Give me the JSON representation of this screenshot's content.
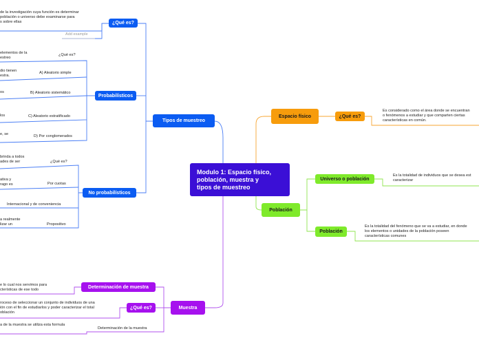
{
  "central": {
    "title_lines": [
      "Modulo 1: Espacio físico,",
      "población, muestra y",
      "tipos de muestreo"
    ]
  },
  "tipos": {
    "label": "Tipos de muestreo",
    "que_es": {
      "label": "¿Qué es?",
      "text_lines": [
        "de la investigación cuya función es determinar",
        "población o universo debe examinarse para",
        "s sobre ellas"
      ],
      "add_example": "Add example"
    },
    "probabilisticos": {
      "label": "Probabilísticos",
      "que_es": {
        "label": "¿Qué es?",
        "text_lines": [
          "elementos de la",
          "estreo"
        ]
      },
      "items": [
        {
          "label": "A) Aleatorio simple",
          "text_lines": [
            "dio tienen",
            "estra."
          ]
        },
        {
          "label": "B) Aleatorio sistemático",
          "text_lines": [
            "os"
          ]
        },
        {
          "label": "C) Aleatorio estratificado",
          "text_lines": [
            "los"
          ]
        },
        {
          "label": "D) Por conglomerados",
          "text_lines": [
            "e, se"
          ]
        }
      ]
    },
    "no_probabilisticos": {
      "label": "No probabilísticos",
      "que_es": {
        "label": "¿Qué es?",
        "text_lines": [
          "brinda a todos",
          "ades de ser"
        ]
      },
      "items": [
        {
          "label": "Por cuotas",
          "text_lines": [
            "ativa y",
            "rago es"
          ]
        },
        {
          "label": "Internacional y de conveniencia",
          "text_lines": []
        },
        {
          "label": "Propositivo",
          "text_lines": [
            "a realmente",
            "lizar un"
          ]
        }
      ]
    }
  },
  "espacio": {
    "label": "Espacio físico",
    "que_es": {
      "label": "¿Qué es?",
      "text_lines": [
        "Es considerado como el área donde se encuentran",
        "o fenómenos a estudiar y que comparten ciertas",
        "características en común."
      ]
    }
  },
  "poblacion": {
    "label": "Población",
    "universo": {
      "label": "Universo o población",
      "text_lines": [
        "Es la totalidad de individuos que se desea est",
        "caracterizar"
      ]
    },
    "poblacion_sub": {
      "label": "Población",
      "text_lines": [
        "Es la totalidad del fenómeno que se va a estudiar, en donde",
        "los elementos o unidades de la población poseen",
        "características comunes"
      ]
    }
  },
  "muestra": {
    "label": "Muestra",
    "determinacion": {
      "label": "Determinación de muestra",
      "text_lines": [
        "e lo cual nos servimos para",
        "cterísticas de ese todo"
      ]
    },
    "que_es": {
      "label": "¿Qué es?",
      "text_lines": [
        "roceso de seleccionar un conjunto de individuos de una",
        "ión  con el fin de estudiarlos y poder caracterizar el total",
        "oblación"
      ]
    },
    "formula": {
      "label": "Determinación de la muestra",
      "text_lines": [
        "a de la muestra se utiliza esta formula"
      ]
    }
  },
  "colors": {
    "central": "#3b0fd6",
    "blue": "#0b5cf2",
    "orange": "#f79c0c",
    "green": "#7fea2b",
    "purple": "#a611ee"
  }
}
